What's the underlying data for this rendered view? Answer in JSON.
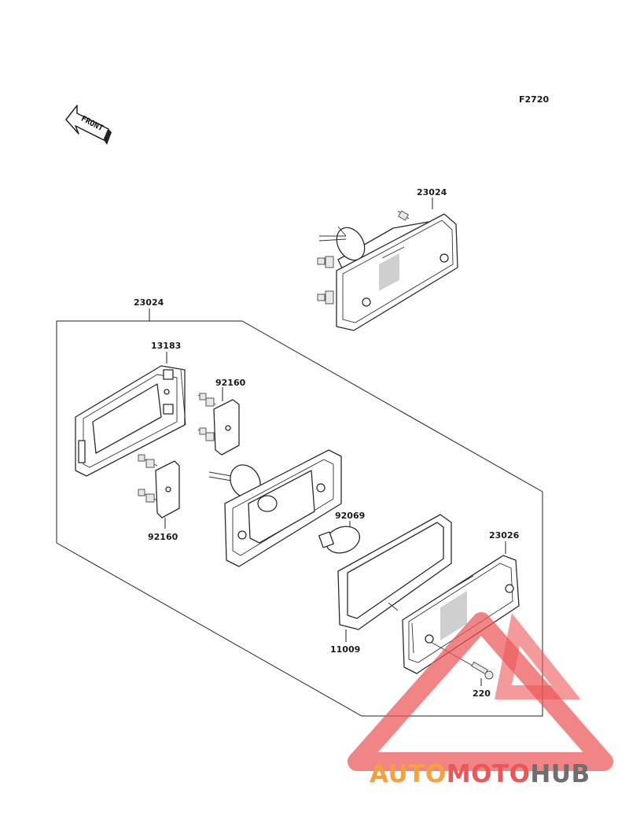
{
  "figure_code": "F2720",
  "front_arrow_text": "FRONT",
  "parts": {
    "assembly_top": "23024",
    "assembly_main": "23024",
    "bracket": "13183",
    "socket_upper": "92160",
    "socket_lower": "92160",
    "bulb": "92069",
    "gasket": "11009",
    "lens": "23026",
    "screw": "220"
  },
  "watermark": {
    "part1": "AUTO",
    "part2": "MOTO",
    "part3": "HUB",
    "colors": {
      "orange": "#f5a03c",
      "red": "#ec5656",
      "gray": "#6e6e6e"
    }
  }
}
